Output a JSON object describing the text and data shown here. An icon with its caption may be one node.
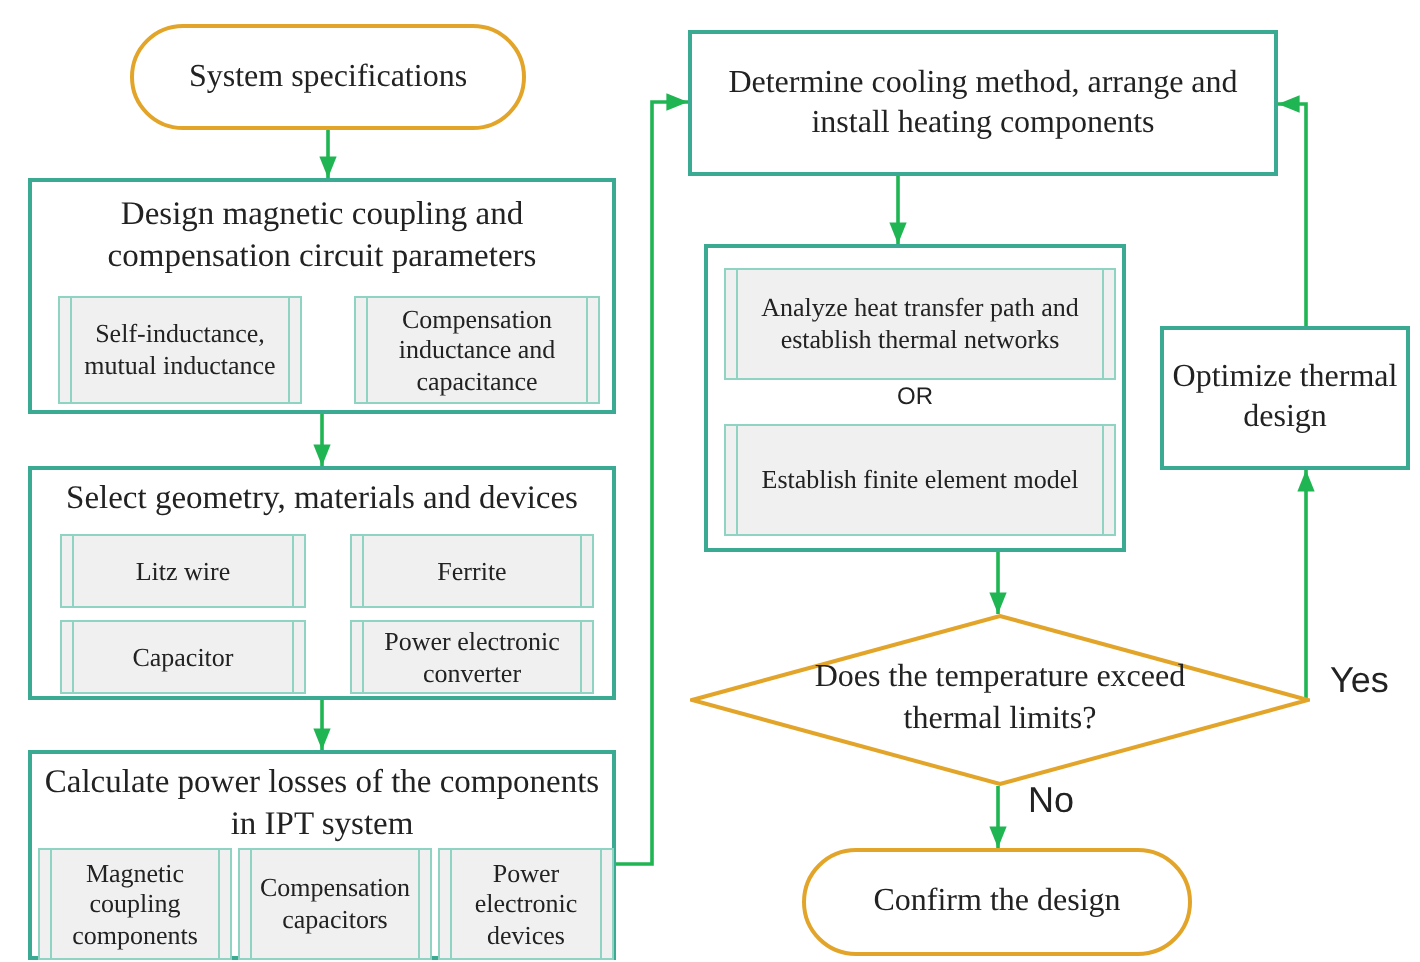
{
  "diagram": {
    "nodes": [
      {
        "text": [
          "System specifications"
        ]
      },
      {
        "text": [
          "Design magnetic coupling and compensation circuit parameters"
        ]
      },
      {
        "text": [
          "Self-inductance, mutual inductance"
        ],
        "in": 1
      },
      {
        "text": [
          "Compensation inductance and capacitance"
        ],
        "in": 1
      },
      {
        "text": [
          "Select geometry, materials and devices"
        ]
      },
      {
        "text": [
          "Litz wire"
        ],
        "in": 4
      },
      {
        "text": [
          "Ferrite"
        ],
        "in": 4
      },
      {
        "text": [
          "Capacitor"
        ],
        "in": 4
      },
      {
        "text": [
          "Power electronic converter"
        ],
        "in": 4
      },
      {
        "text": [
          "Calculate power losses of the components in IPT system"
        ]
      },
      {
        "text": [
          "Magnetic coupling components"
        ],
        "in": 9
      },
      {
        "text": [
          "Compensation capacitors"
        ],
        "in": 9
      },
      {
        "text": [
          "Power electronic devices"
        ],
        "in": 9
      },
      {
        "text": [
          "Determine cooling method, arrange and install heating components"
        ]
      },
      {
        "text": [
          "OR"
        ]
      },
      {
        "text": [
          "Analyze  heat transfer path and establish thermal networks"
        ],
        "in": 14
      },
      {
        "text": [
          "Establish finite element model"
        ],
        "in": 14
      },
      {
        "text": [
          "Does the temperature exceed thermal limits?"
        ]
      },
      {
        "text": [
          "Confirm the design"
        ]
      },
      {
        "text": [
          "Optimize thermal design"
        ]
      }
    ],
    "edges": [
      {
        "from": 0,
        "to": 1,
        "arrow": "to"
      },
      {
        "from": 1,
        "to": 4,
        "arrow": "to"
      },
      {
        "from": 4,
        "to": 9,
        "arrow": "to"
      },
      {
        "from": 9,
        "to": 13,
        "arrow": "to"
      },
      {
        "from": 13,
        "to": 14,
        "arrow": "to"
      },
      {
        "from": 14,
        "to": 17,
        "arrow": "to"
      },
      {
        "from": 17,
        "to": 18,
        "arrow": "to",
        "label": "No"
      },
      {
        "from": 17,
        "to": 19,
        "arrow": "to",
        "label": "Yes"
      },
      {
        "from": 19,
        "to": 13,
        "arrow": "to"
      }
    ]
  }
}
